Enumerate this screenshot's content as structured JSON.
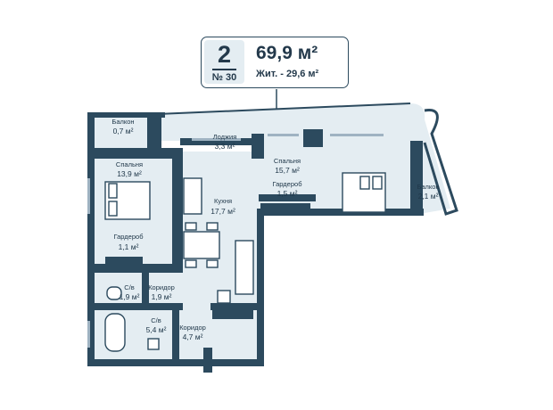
{
  "apartment": {
    "rooms": "2",
    "number": "№ 30",
    "total_area": "69,9 м²",
    "living_area": "Жит. - 29,6 м²"
  },
  "rooms": [
    {
      "name": "Балкон",
      "area": "0,7 м²"
    },
    {
      "name": "Спальня",
      "area": "13,9 м²"
    },
    {
      "name": "Гардероб",
      "area": "1,1 м²"
    },
    {
      "name": "С/в",
      "area": "1,9 м²"
    },
    {
      "name": "Коридор",
      "area": "1,9 м²"
    },
    {
      "name": "С/в",
      "area": "5,4 м²"
    },
    {
      "name": "Коридор",
      "area": "4,7 м²"
    },
    {
      "name": "Кухня",
      "area": "17,7 м²"
    },
    {
      "name": "Лоджия",
      "area": "3,3 м²"
    },
    {
      "name": "Спальня",
      "area": "15,7 м²"
    },
    {
      "name": "Гардероб",
      "area": "1,5 м²"
    },
    {
      "name": "Балкон",
      "area": "2,1 м²"
    }
  ],
  "colors": {
    "wall": "#2c4a5e",
    "floor": "#e4edf2",
    "furniture": "#ffffff",
    "window": "#9fb3c2"
  }
}
